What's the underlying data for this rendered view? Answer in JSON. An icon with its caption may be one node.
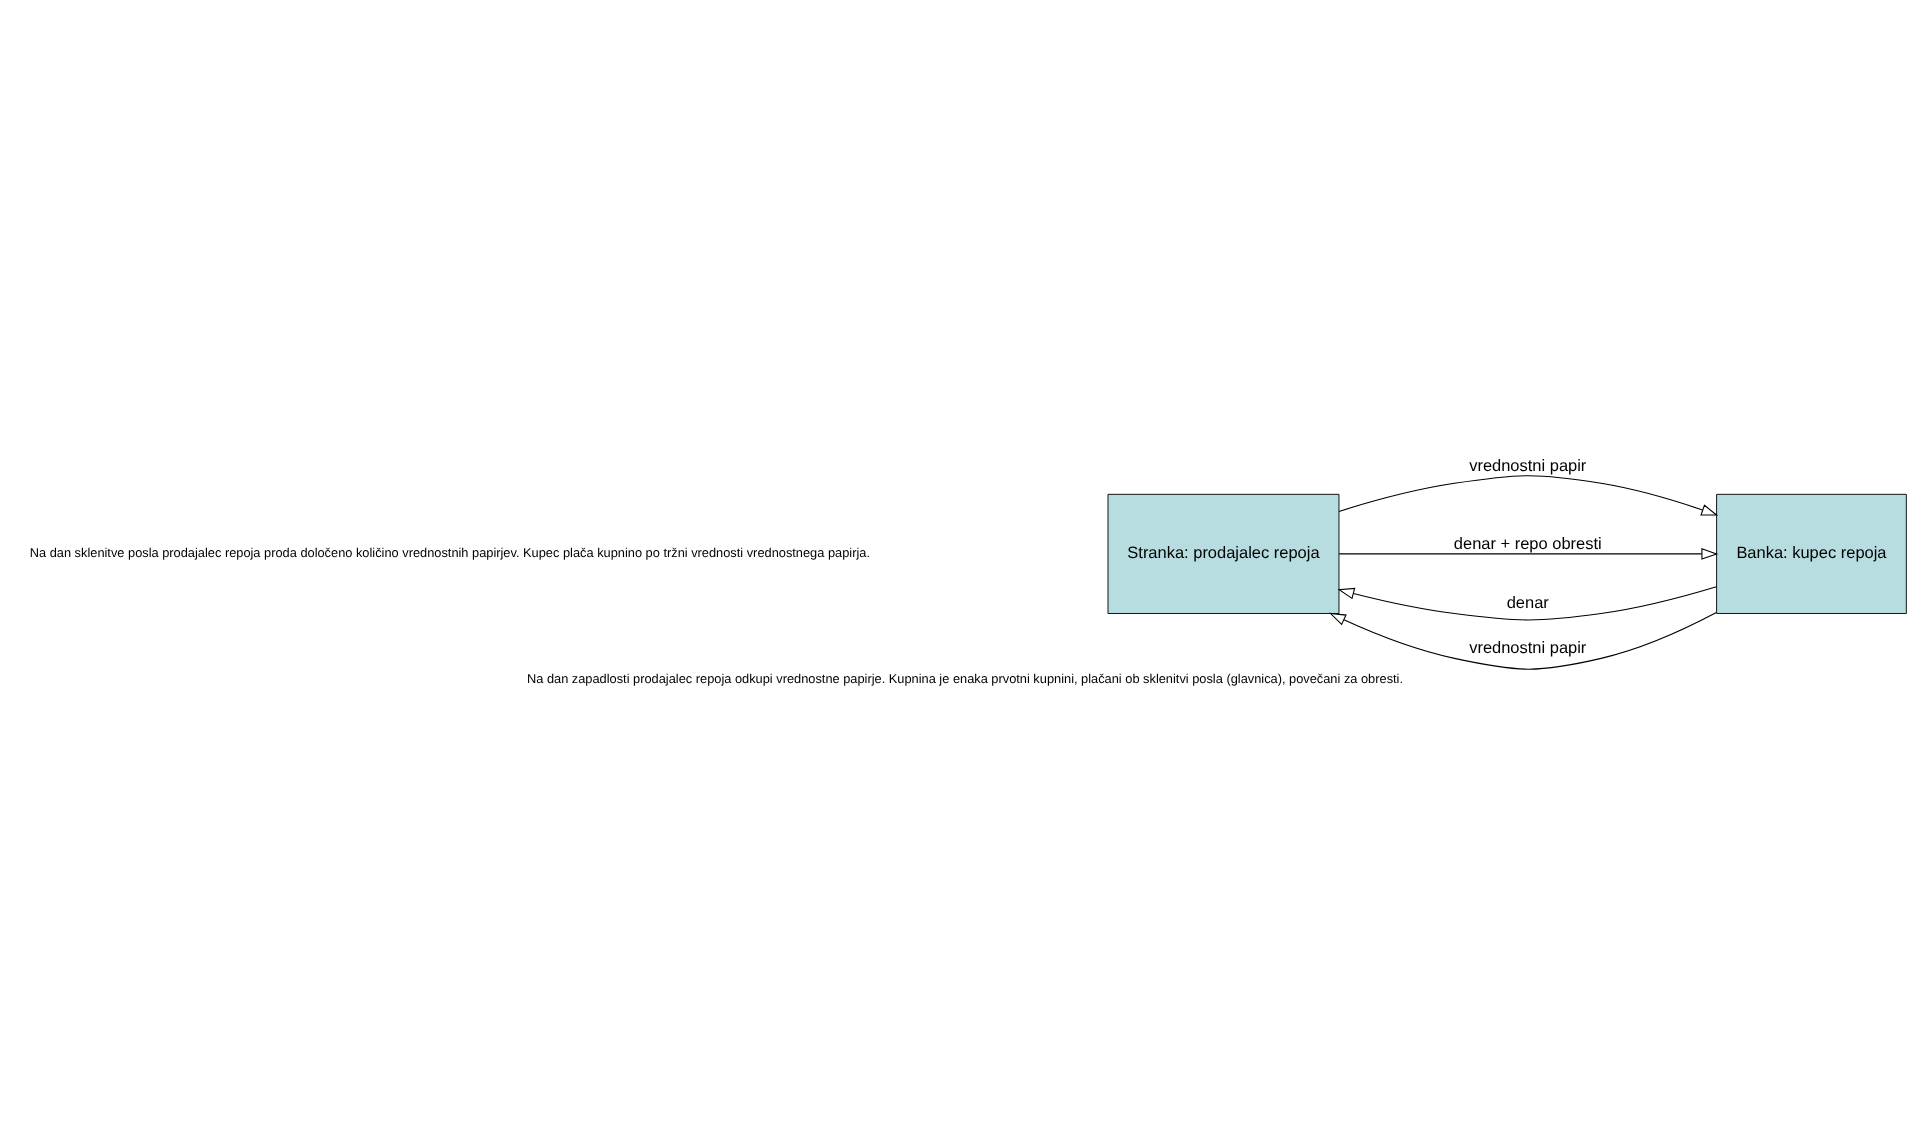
{
  "diagram": {
    "title": "Na dan sklenitve posla prodajalec repoja proda določeno količino vrednostnih papirjev. Kupec plača kupnino po tržni vrednosti vrednostnega papirja.",
    "caption": "Na dan zapadlosti prodajalec repoja odkupi vrednostne papirje. Kupnina je enaka prvotni kupnini, plačani ob sklenitvi posla (glavnica), povečani za obresti.",
    "nodes": [
      {
        "text": [
          "Stranka: prodajalec repoja"
        ]
      },
      {
        "text": [
          "Banka: kupec repoja"
        ]
      }
    ],
    "edges": [
      {
        "from": 1,
        "to": 0,
        "arrow": "to",
        "label": "denar"
      },
      {
        "from": 0,
        "to": 1,
        "arrow": "to",
        "label": "vrednostni papir"
      },
      {
        "from": 1,
        "to": 0,
        "arrow": "to",
        "label": "vrednostni papir"
      },
      {
        "from": 0,
        "to": 1,
        "arrow": "to",
        "label": "denar + repo obresti"
      }
    ]
  }
}
